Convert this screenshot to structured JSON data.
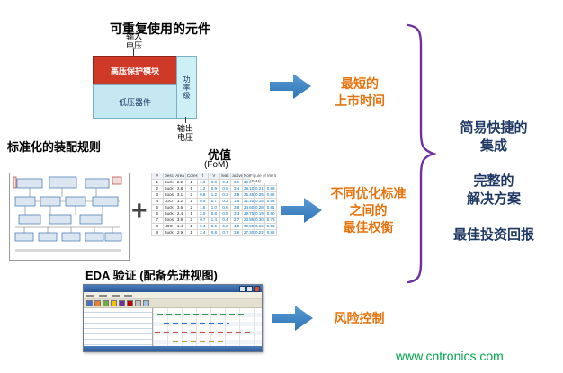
{
  "top": {
    "title": "可重复使用的元件",
    "input_label": "输入\n电压",
    "hv_module": "高压保护模块",
    "lv_module": "低压器件",
    "power_stage": "功率级",
    "output_label": "输出\n电压",
    "benefit": "最短的\n上市时间"
  },
  "middle": {
    "title": "标准化的装配规则",
    "fom_label": "优值",
    "fom_sub": "(FoM)",
    "plus_sign": "+",
    "benefit": "不同优化标准\n之间的\n最佳权衡",
    "table": {
      "caption": "Figure of Merit (FoM)",
      "headers": [
        "#",
        "Description",
        "Area",
        "Cores",
        "f",
        "V",
        "leak",
        "active",
        "Nominal",
        "Global",
        "FoM"
      ],
      "rows": [
        [
          "1",
          "Buck 3.3V/1A",
          "2.2",
          "1",
          "1.0",
          "0.9",
          "0.4",
          "3.1",
          "30.02",
          "0.18",
          "0.92"
        ],
        [
          "2",
          "Buck 5.0V/2A",
          "2.8",
          "1",
          "1.2",
          "0.9",
          "0.5",
          "3.4",
          "28.10",
          "0.21",
          "0.88"
        ],
        [
          "3",
          "Boost 12V",
          "3.1",
          "2",
          "0.8",
          "1.2",
          "0.3",
          "2.9",
          "26.45",
          "0.25",
          "0.85"
        ],
        [
          "4",
          "LDO 1.8V",
          "1.2",
          "1",
          "0.5",
          "0.7",
          "0.2",
          "1.6",
          "31.20",
          "0.15",
          "0.95"
        ],
        [
          "5",
          "Buck-Boost",
          "3.6",
          "2",
          "1.5",
          "1.0",
          "0.6",
          "3.8",
          "24.60",
          "0.28",
          "0.81"
        ],
        [
          "6",
          "Buck 1.2V/3A",
          "2.4",
          "1",
          "2.0",
          "0.8",
          "0.5",
          "3.3",
          "29.75",
          "0.19",
          "0.90"
        ],
        [
          "7",
          "Boost 24V",
          "3.9",
          "2",
          "0.7",
          "1.4",
          "0.4",
          "2.7",
          "23.85",
          "0.30",
          "0.78"
        ],
        [
          "8",
          "LDO 3.3V",
          "1.4",
          "1",
          "0.4",
          "0.6",
          "0.2",
          "1.5",
          "30.90",
          "0.16",
          "0.93"
        ],
        [
          "9",
          "Buck 0.9V/5A",
          "2.9",
          "1",
          "2.4",
          "0.8",
          "0.7",
          "3.6",
          "27.30",
          "0.22",
          "0.86"
        ]
      ]
    }
  },
  "bottom": {
    "title": "EDA 验证 (配备先进视图)",
    "benefit": "风险控制"
  },
  "right": {
    "items": [
      "简易快捷的\n集成",
      "完整的\n解决方案",
      "最佳投资回报"
    ]
  },
  "footer": {
    "url": "www.cntronics.com"
  },
  "colors": {
    "accent_orange": "#E8720C",
    "arrow_blue": "#3079BE",
    "brace_purple": "#7030A0",
    "summary_navy": "#1F3864",
    "footer_green": "#00A650",
    "hv_red": "#CF3A28",
    "module_cyan": "#C5E8F3"
  }
}
